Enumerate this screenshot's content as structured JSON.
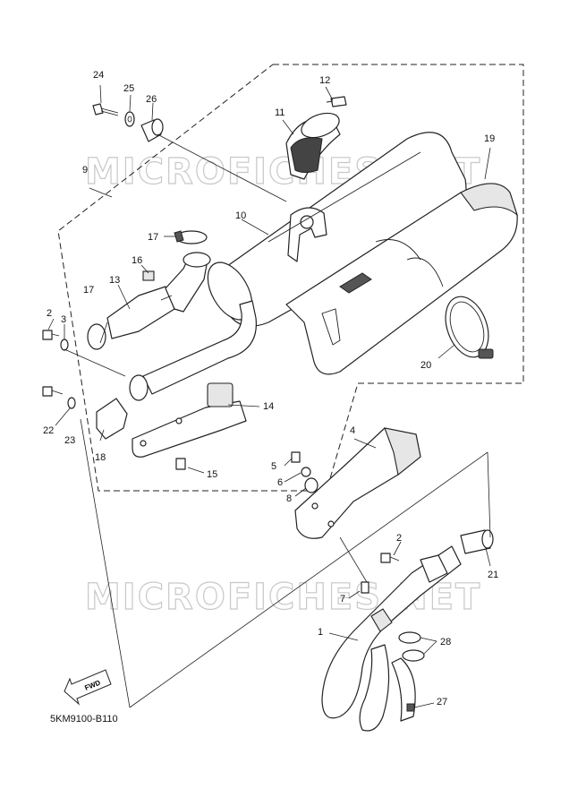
{
  "diagram": {
    "code": "5KM9100-B110",
    "watermark": "MICROFICHES.NET",
    "fwd_label": "FWD",
    "callouts": [
      "1",
      "2",
      "3",
      "4",
      "5",
      "6",
      "7",
      "8",
      "9",
      "10",
      "11",
      "12",
      "13",
      "14",
      "15",
      "16",
      "17",
      "18",
      "19",
      "20",
      "21",
      "22",
      "23",
      "24",
      "25",
      "26",
      "27",
      "28"
    ],
    "callout_2b": "2",
    "callout_17b": "17"
  }
}
